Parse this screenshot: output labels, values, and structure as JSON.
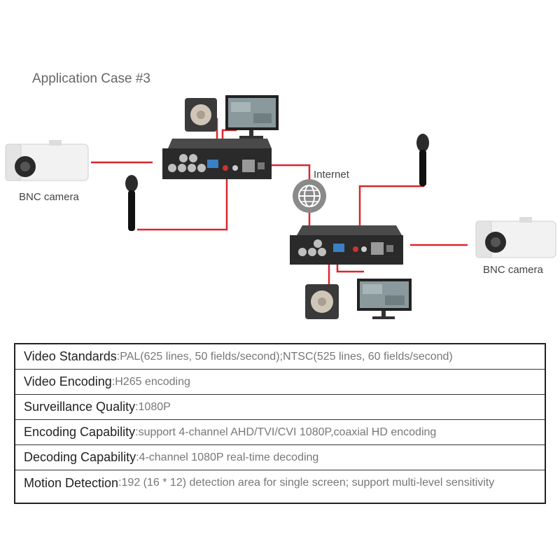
{
  "title": "Application Case #3",
  "diagram": {
    "left_camera_label": "BNC camera",
    "right_camera_label": "BNC camera",
    "internet_label": "Internet",
    "link_color": "#d9262c"
  },
  "specs": [
    {
      "label": "Video Standards",
      "value": "PAL(625 lines, 50 fields/second);NTSC(525 lines, 60 fields/second)"
    },
    {
      "label": "Video Encoding",
      "value": "H265 encoding"
    },
    {
      "label": "Surveillance Quality",
      "value": "1080P"
    },
    {
      "label": "Encoding Capability",
      "value": "support 4-channel AHD/TVI/CVI 1080P,coaxial HD encoding"
    },
    {
      "label": "Decoding Capability",
      "value": "4-channel 1080P real-time decoding"
    },
    {
      "label": "Motion Detection",
      "value": "192 (16 * 12) detection area for single screen; support multi-level sensitivity"
    }
  ]
}
